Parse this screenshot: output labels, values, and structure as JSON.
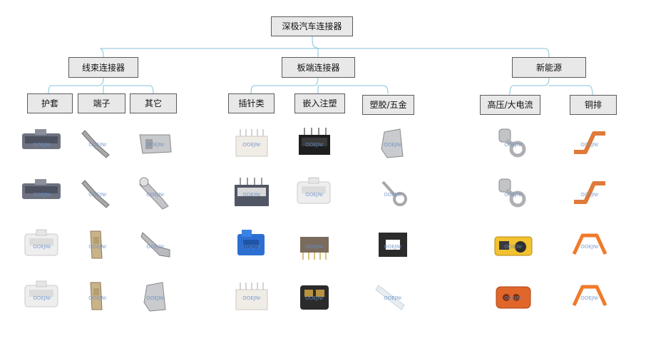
{
  "root": {
    "label": "深极汽车连接器"
  },
  "categories": [
    {
      "label": "线束连接器",
      "subs": [
        {
          "label": "护套"
        },
        {
          "label": "端子"
        },
        {
          "label": "其它"
        }
      ]
    },
    {
      "label": "板端连接器",
      "subs": [
        {
          "label": "插针类"
        },
        {
          "label": "嵌入注塑"
        },
        {
          "label": "塑胶/五金"
        }
      ]
    },
    {
      "label": "新能源",
      "subs": [
        {
          "label": "高压/大电流"
        },
        {
          "label": "铜排"
        }
      ]
    }
  ],
  "watermark": "OOEJNr",
  "colors": {
    "connector_line": "#9ecfe0",
    "box_fill": "#e8e8e8",
    "box_border": "#5b5b5b",
    "copper": "#e07a3a",
    "housing_gray": "#6e7280"
  },
  "product_columns": [
    [
      "gray-housing-connector",
      "gray-housing-connector",
      "white-housing-connector",
      "white-housing-connector"
    ],
    [
      "crimp-terminal",
      "crimp-terminal",
      "crimp-terminal-tan",
      "crimp-terminal-tan"
    ],
    [
      "metal-bracket",
      "metal-tube-terminal",
      "metal-clip",
      "metal-bent-plate"
    ],
    [
      "white-pin-header",
      "gray-pin-header",
      "blue-connector",
      "white-pin-header"
    ],
    [
      "black-pin-connector",
      "white-housing-connector",
      "pin-array-module",
      "black-module"
    ],
    [
      "metal-bent-plate",
      "ring-terminal-small",
      "black-frame-part",
      "clear-plastic-tube"
    ],
    [
      "ring-lug",
      "ring-lug",
      "yellow-hv-connector",
      "orange-hv-connector"
    ],
    [
      "copper-busbar-flat",
      "copper-busbar-flat",
      "orange-busbar-bent",
      "orange-busbar-bent"
    ]
  ]
}
